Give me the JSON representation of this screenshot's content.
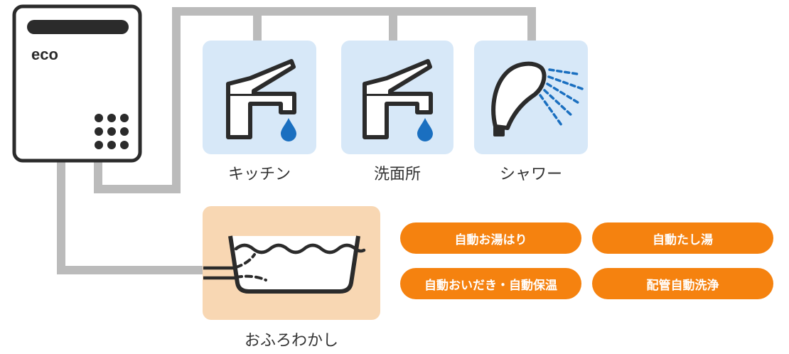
{
  "heater": {
    "brand_text": "eco",
    "icon": "water-heater-icon"
  },
  "fixtures": [
    {
      "label": "キッチン",
      "icon": "faucet-icon"
    },
    {
      "label": "洗面所",
      "icon": "faucet-icon"
    },
    {
      "label": "シャワー",
      "icon": "shower-head-icon"
    }
  ],
  "bath": {
    "label": "おふろわかし",
    "icon": "bathtub-icon"
  },
  "features": [
    "自動お湯はり",
    "自動たし湯",
    "自動おいだき・自動保温",
    "配管自動洗浄"
  ],
  "colors": {
    "pipe": "#bbbbbb",
    "fixture_bg": "#d7e8f8",
    "bath_bg": "#f8d7b3",
    "feature_pill": "#f5820f",
    "water_drop": "#1a6fc0",
    "outline": "#2b2b2b"
  }
}
